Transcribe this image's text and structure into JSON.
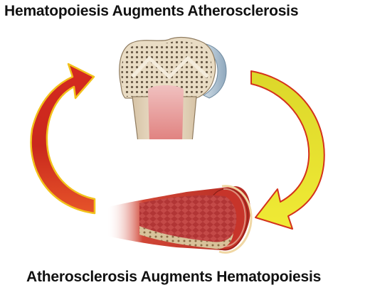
{
  "figure": {
    "top_caption": "Hematopoiesis Augments Atherosclerosis",
    "bottom_caption": "Atherosclerosis Augments Hematopoiesis",
    "colors": {
      "left_arrow_fill": "#d52a20",
      "left_arrow_highlight": "#f2c21b",
      "right_arrow_fill": "#e5e22a",
      "right_arrow_edge": "#d4321b",
      "bone_shaft": "#ecdcc4",
      "bone_marrow": "#e89a98",
      "vessel_outer": "#c7342a",
      "vessel_inner": "#b83b3b",
      "plaque": "#d8c29a"
    },
    "icons": [
      "bone-illustration",
      "artery-cross-section-illustration",
      "cycle-arrow-left",
      "cycle-arrow-right"
    ]
  }
}
